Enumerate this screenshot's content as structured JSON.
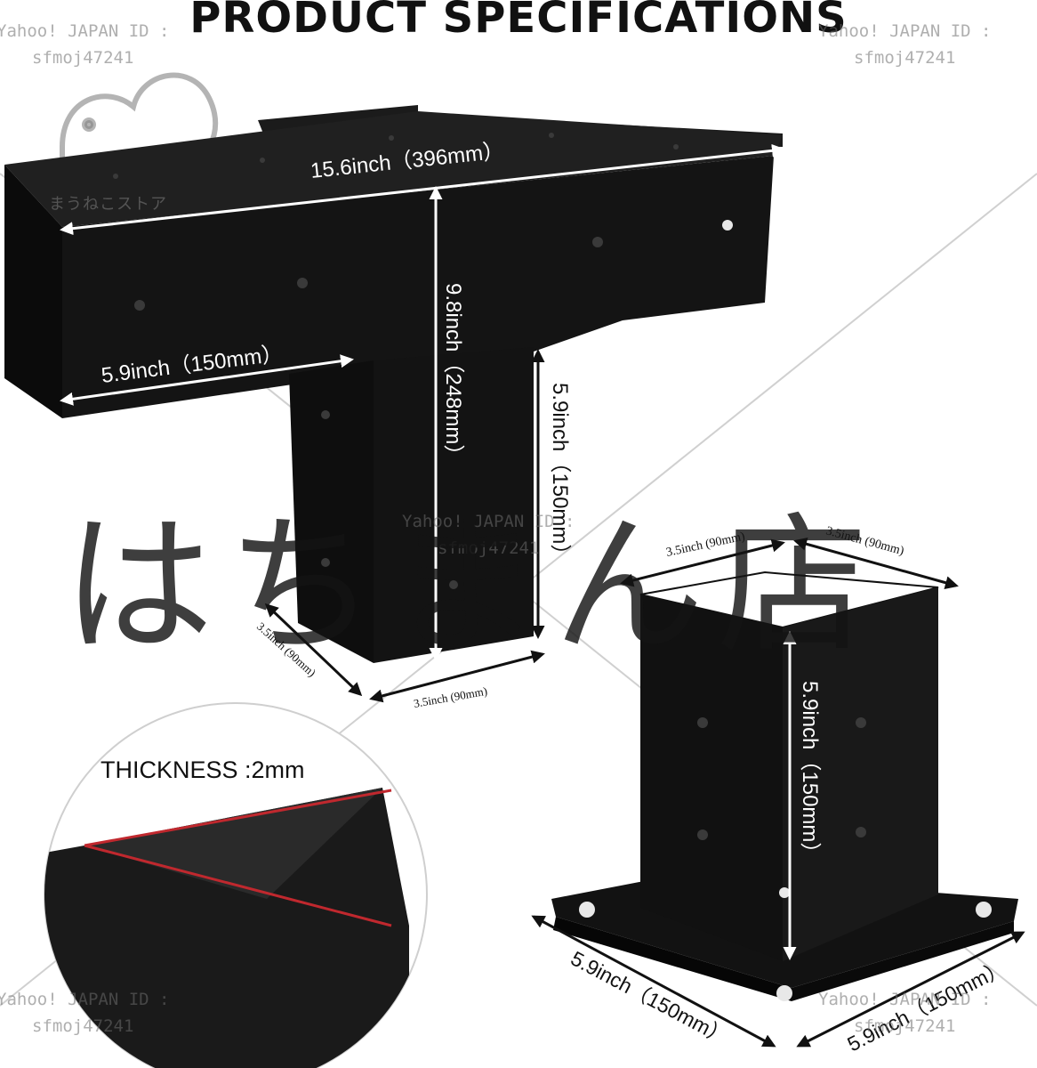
{
  "title": "PRODUCT SPECIFICATIONS",
  "watermark": {
    "line1": "Yahoo! JAPAN ID :",
    "line2": "sfmoj47241"
  },
  "store_logo_text": "まうねこストア",
  "shop_overlay": "はちまん店",
  "thickness_label": "THICKNESS :2mm",
  "t_bracket": {
    "length": "15.6inch（396mm）",
    "height": "9.8inch（248mm）",
    "arm": "5.9inch（150mm）",
    "leg": "5.9inch（150mm）",
    "width_a": "3.5inch (90mm)",
    "width_b": "3.5inch (90mm)"
  },
  "post_base": {
    "top_a": "3.5inch (90mm)",
    "top_b": "3.5inch (90mm)",
    "height": "5.9inch（150mm）",
    "base_a": "5.9inch（150mm）",
    "base_b": "5.9inch（150mm）"
  },
  "colors": {
    "steel": "#121212",
    "accent_edge": "#c0282e",
    "arrow": "#ffffff"
  }
}
